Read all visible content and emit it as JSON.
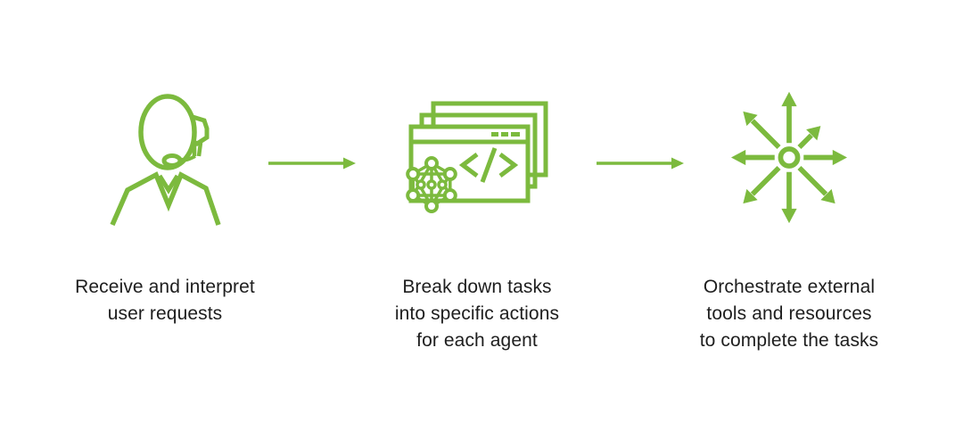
{
  "diagram": {
    "colors": {
      "accent": "#7cba3e",
      "text": "#1e1e1e",
      "background": "#ffffff"
    },
    "steps": [
      {
        "id": "receive",
        "icon": "headset-agent-person-icon",
        "caption": "Receive and interpret\nuser requests"
      },
      {
        "id": "breakdown",
        "icon": "code-window-graph-icon",
        "caption": "Break down tasks\ninto specific actions\nfor each agent"
      },
      {
        "id": "orchestrate",
        "icon": "radiating-arrows-icon",
        "caption": "Orchestrate external\ntools and resources\nto complete the tasks"
      }
    ],
    "connectors": [
      {
        "icon": "right-arrow-icon"
      },
      {
        "icon": "right-arrow-icon"
      }
    ]
  }
}
